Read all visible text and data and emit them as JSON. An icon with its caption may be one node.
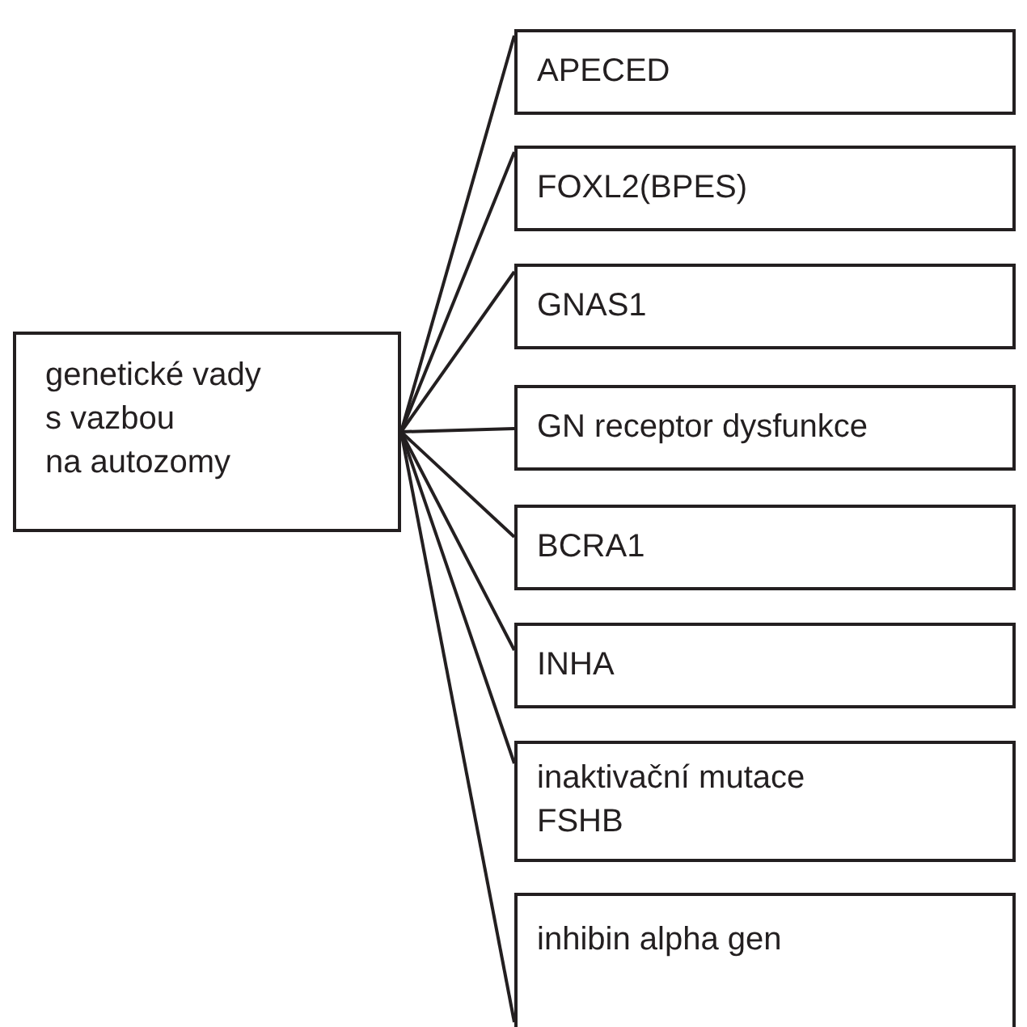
{
  "diagram": {
    "nodes": [
      {
        "text": [
          "genetické vady s vazbou na autozomy"
        ]
      },
      {
        "text": [
          "APECED"
        ]
      },
      {
        "text": [
          "FOXL2(BPES)"
        ]
      },
      {
        "text": [
          "GNAS1"
        ]
      },
      {
        "text": [
          "GN receptor dysfunkce"
        ]
      },
      {
        "text": [
          "BCRA1"
        ]
      },
      {
        "text": [
          "INHA"
        ]
      },
      {
        "text": [
          "inaktivační mutace FSHB"
        ]
      },
      {
        "text": [
          "inhibin alpha gen"
        ]
      }
    ],
    "edges": [
      {
        "from": 0,
        "to": 1,
        "arrow": "none"
      },
      {
        "from": 0,
        "to": 2,
        "arrow": "none"
      },
      {
        "from": 0,
        "to": 3,
        "arrow": "none"
      },
      {
        "from": 0,
        "to": 4,
        "arrow": "none"
      },
      {
        "from": 0,
        "to": 5,
        "arrow": "none"
      },
      {
        "from": 0,
        "to": 6,
        "arrow": "none"
      },
      {
        "from": 0,
        "to": 7,
        "arrow": "none"
      },
      {
        "from": 0,
        "to": 8,
        "arrow": "none"
      }
    ]
  }
}
